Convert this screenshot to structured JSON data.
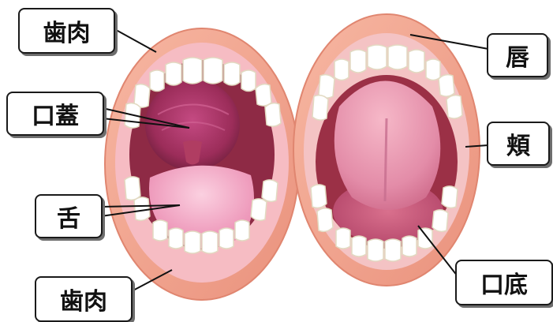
{
  "labels": {
    "gum_top": "歯肉",
    "palate": "口蓋",
    "tongue": "舌",
    "gum_bottom": "歯肉",
    "lip": "唇",
    "cheek": "頬",
    "mouth_floor": "口底"
  },
  "colors": {
    "lip": "#f2a48f",
    "lip_edge": "#e58a78",
    "gum": "#f6bcc3",
    "cavity": "#8e2a45",
    "palate": "#c44a82",
    "tongue": "#f0a0c0",
    "tongue_under": "#e9b0b8",
    "teeth": "#ffffff",
    "tooth_shade": "#e9e3cf",
    "leader_line": "#111111"
  }
}
